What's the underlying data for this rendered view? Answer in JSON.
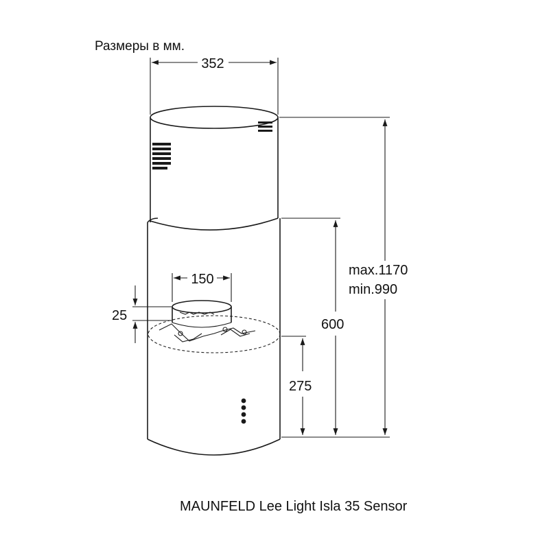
{
  "header": {
    "title": "Размеры в мм."
  },
  "dimensions": {
    "width_top": "352",
    "outlet_diameter": "150",
    "collar_height": "25",
    "body_height": "600",
    "total_max": "max.1170",
    "total_min": "min.990",
    "lower_height": "275"
  },
  "footer": {
    "model": "MAUNFELD Lee Light Isla 35 Sensor"
  }
}
